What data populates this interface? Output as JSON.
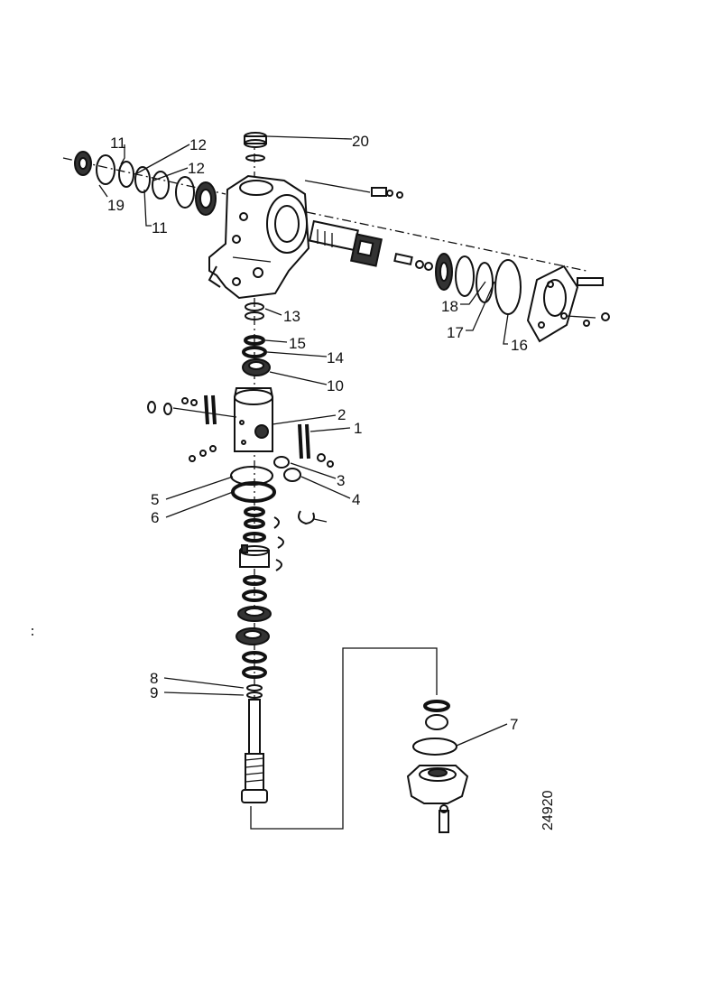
{
  "diagram": {
    "ref_number": "24920",
    "callouts": [
      {
        "id": "c20",
        "label": "20"
      },
      {
        "id": "c11a",
        "label": "11"
      },
      {
        "id": "c12a",
        "label": "12"
      },
      {
        "id": "c12b",
        "label": "12"
      },
      {
        "id": "c19",
        "label": "19"
      },
      {
        "id": "c11b",
        "label": "11"
      },
      {
        "id": "c13",
        "label": "13"
      },
      {
        "id": "c15",
        "label": "15"
      },
      {
        "id": "c14",
        "label": "14"
      },
      {
        "id": "c10",
        "label": "10"
      },
      {
        "id": "c18",
        "label": "18"
      },
      {
        "id": "c17",
        "label": "17"
      },
      {
        "id": "c16",
        "label": "16"
      },
      {
        "id": "c2",
        "label": "2"
      },
      {
        "id": "c1",
        "label": "1"
      },
      {
        "id": "c3",
        "label": "3"
      },
      {
        "id": "c4",
        "label": "4"
      },
      {
        "id": "c5",
        "label": "5"
      },
      {
        "id": "c6",
        "label": "6"
      },
      {
        "id": "c8",
        "label": "8"
      },
      {
        "id": "c9",
        "label": "9"
      },
      {
        "id": "c7",
        "label": "7"
      }
    ]
  }
}
